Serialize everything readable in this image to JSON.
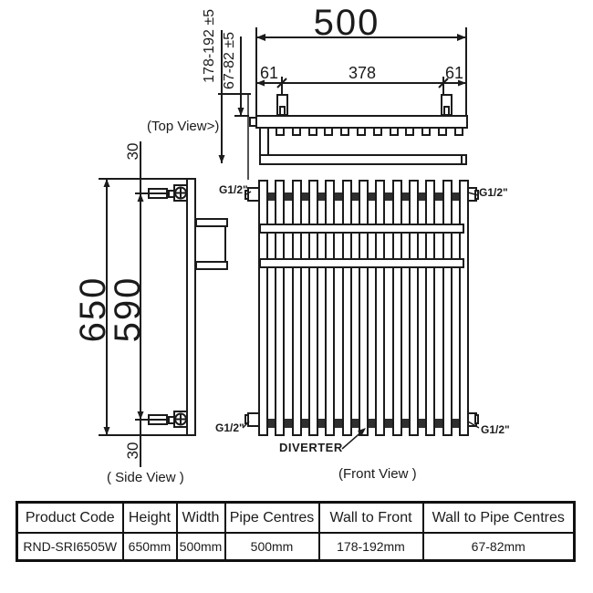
{
  "drawing": {
    "top_view": {
      "label": "(Top View>)",
      "dim_overall_width": "500",
      "dim_bracket_left": "61",
      "dim_bracket_span": "378",
      "dim_bracket_right": "61",
      "dim_wall_to_front": "178-192 ±5",
      "dim_wall_to_pipe": "67-82 ±5",
      "tab_count": 12
    },
    "side_view": {
      "label": "( Side View )",
      "dim_overall_height": "650",
      "dim_pipe_centres_vertical": "590",
      "dim_top_pipe_offset": "30",
      "dim_bottom_pipe_offset": "30"
    },
    "front_view": {
      "label": "(Front View )",
      "bar_count": 13,
      "diverter_label": "DIVERTER",
      "connection_top_left": "G1/2\"",
      "connection_top_right": "G1/2\"",
      "connection_bottom_left": "G1/2\"",
      "connection_bottom_right": "G1/2\""
    }
  },
  "spec_table": {
    "headers": [
      "Product Code",
      "Height",
      "Width",
      "Pipe Centres",
      "Wall to Front",
      "Wall to Pipe Centres"
    ],
    "rows": [
      [
        "RND-SRI6505W",
        "650mm",
        "500mm",
        "500mm",
        "178-192mm",
        "67-82mm"
      ]
    ]
  },
  "colors": {
    "line": "#1b1b1b",
    "background": "#ffffff"
  }
}
